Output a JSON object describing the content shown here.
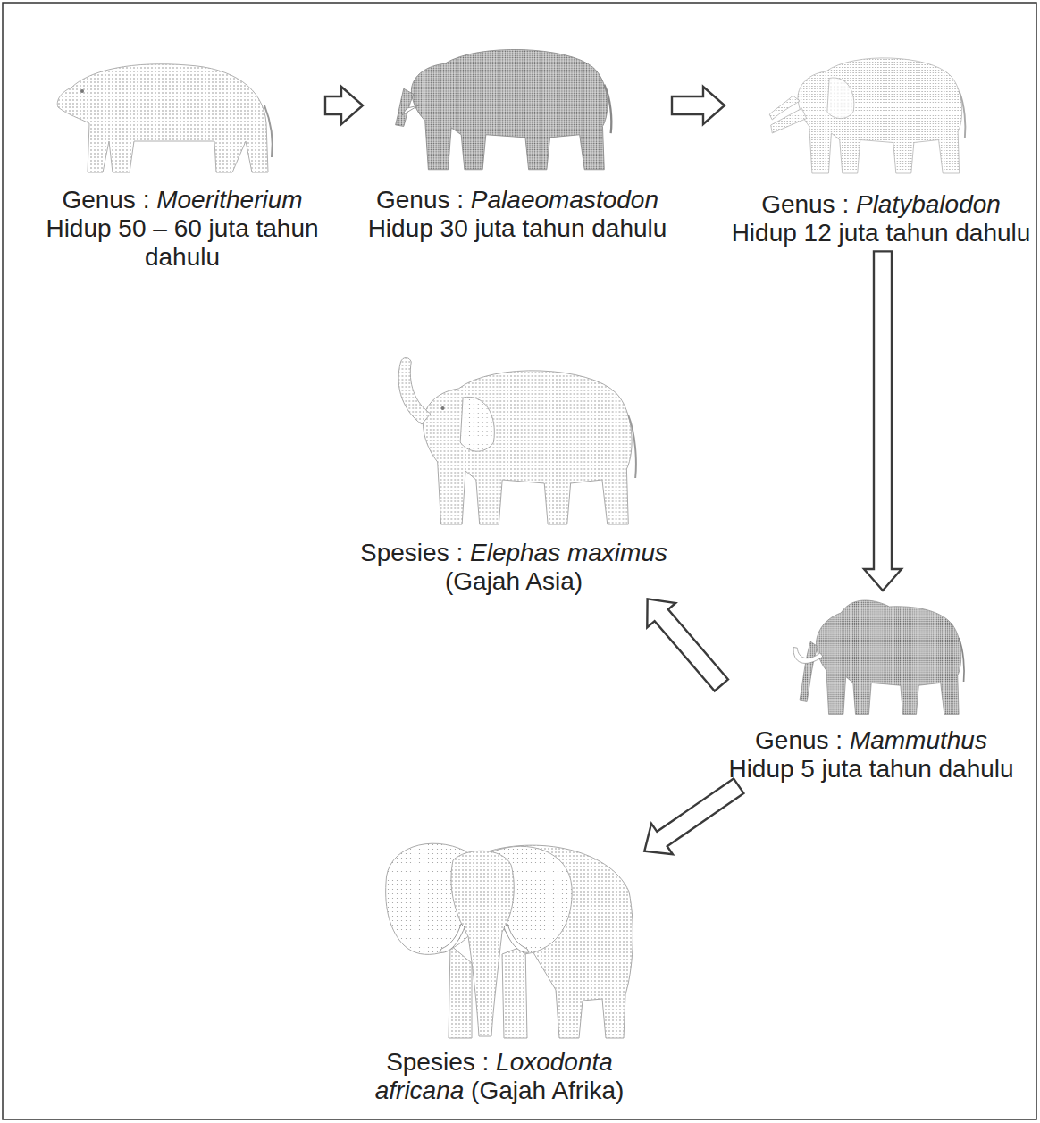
{
  "diagram": {
    "nodes": [
      {
        "text": [
          "Genus : Moeritherium",
          "Hidup 50 – 60 juta tahun dahulu"
        ]
      },
      {
        "text": [
          "Genus : Palaeomastodon",
          "Hidup 30 juta tahun dahulu"
        ]
      },
      {
        "text": [
          "Genus : Platybalodon",
          "Hidup 12 juta tahun dahulu"
        ]
      },
      {
        "text": [
          "Spesies : Elephas maximus (Gajah Asia)"
        ]
      },
      {
        "text": [
          "Genus : Mammuthus",
          "Hidup 5 juta tahun dahulu"
        ]
      },
      {
        "text": [
          "Spesies : Loxodonta africana (Gajah Afrika)"
        ]
      }
    ],
    "edges": [
      {
        "from": 0,
        "to": 1,
        "arrow": "to"
      },
      {
        "from": 1,
        "to": 2,
        "arrow": "to"
      },
      {
        "from": 2,
        "to": 4,
        "arrow": "to"
      },
      {
        "from": 4,
        "to": 3,
        "arrow": "to"
      },
      {
        "from": 4,
        "to": 5,
        "arrow": "to"
      }
    ]
  }
}
